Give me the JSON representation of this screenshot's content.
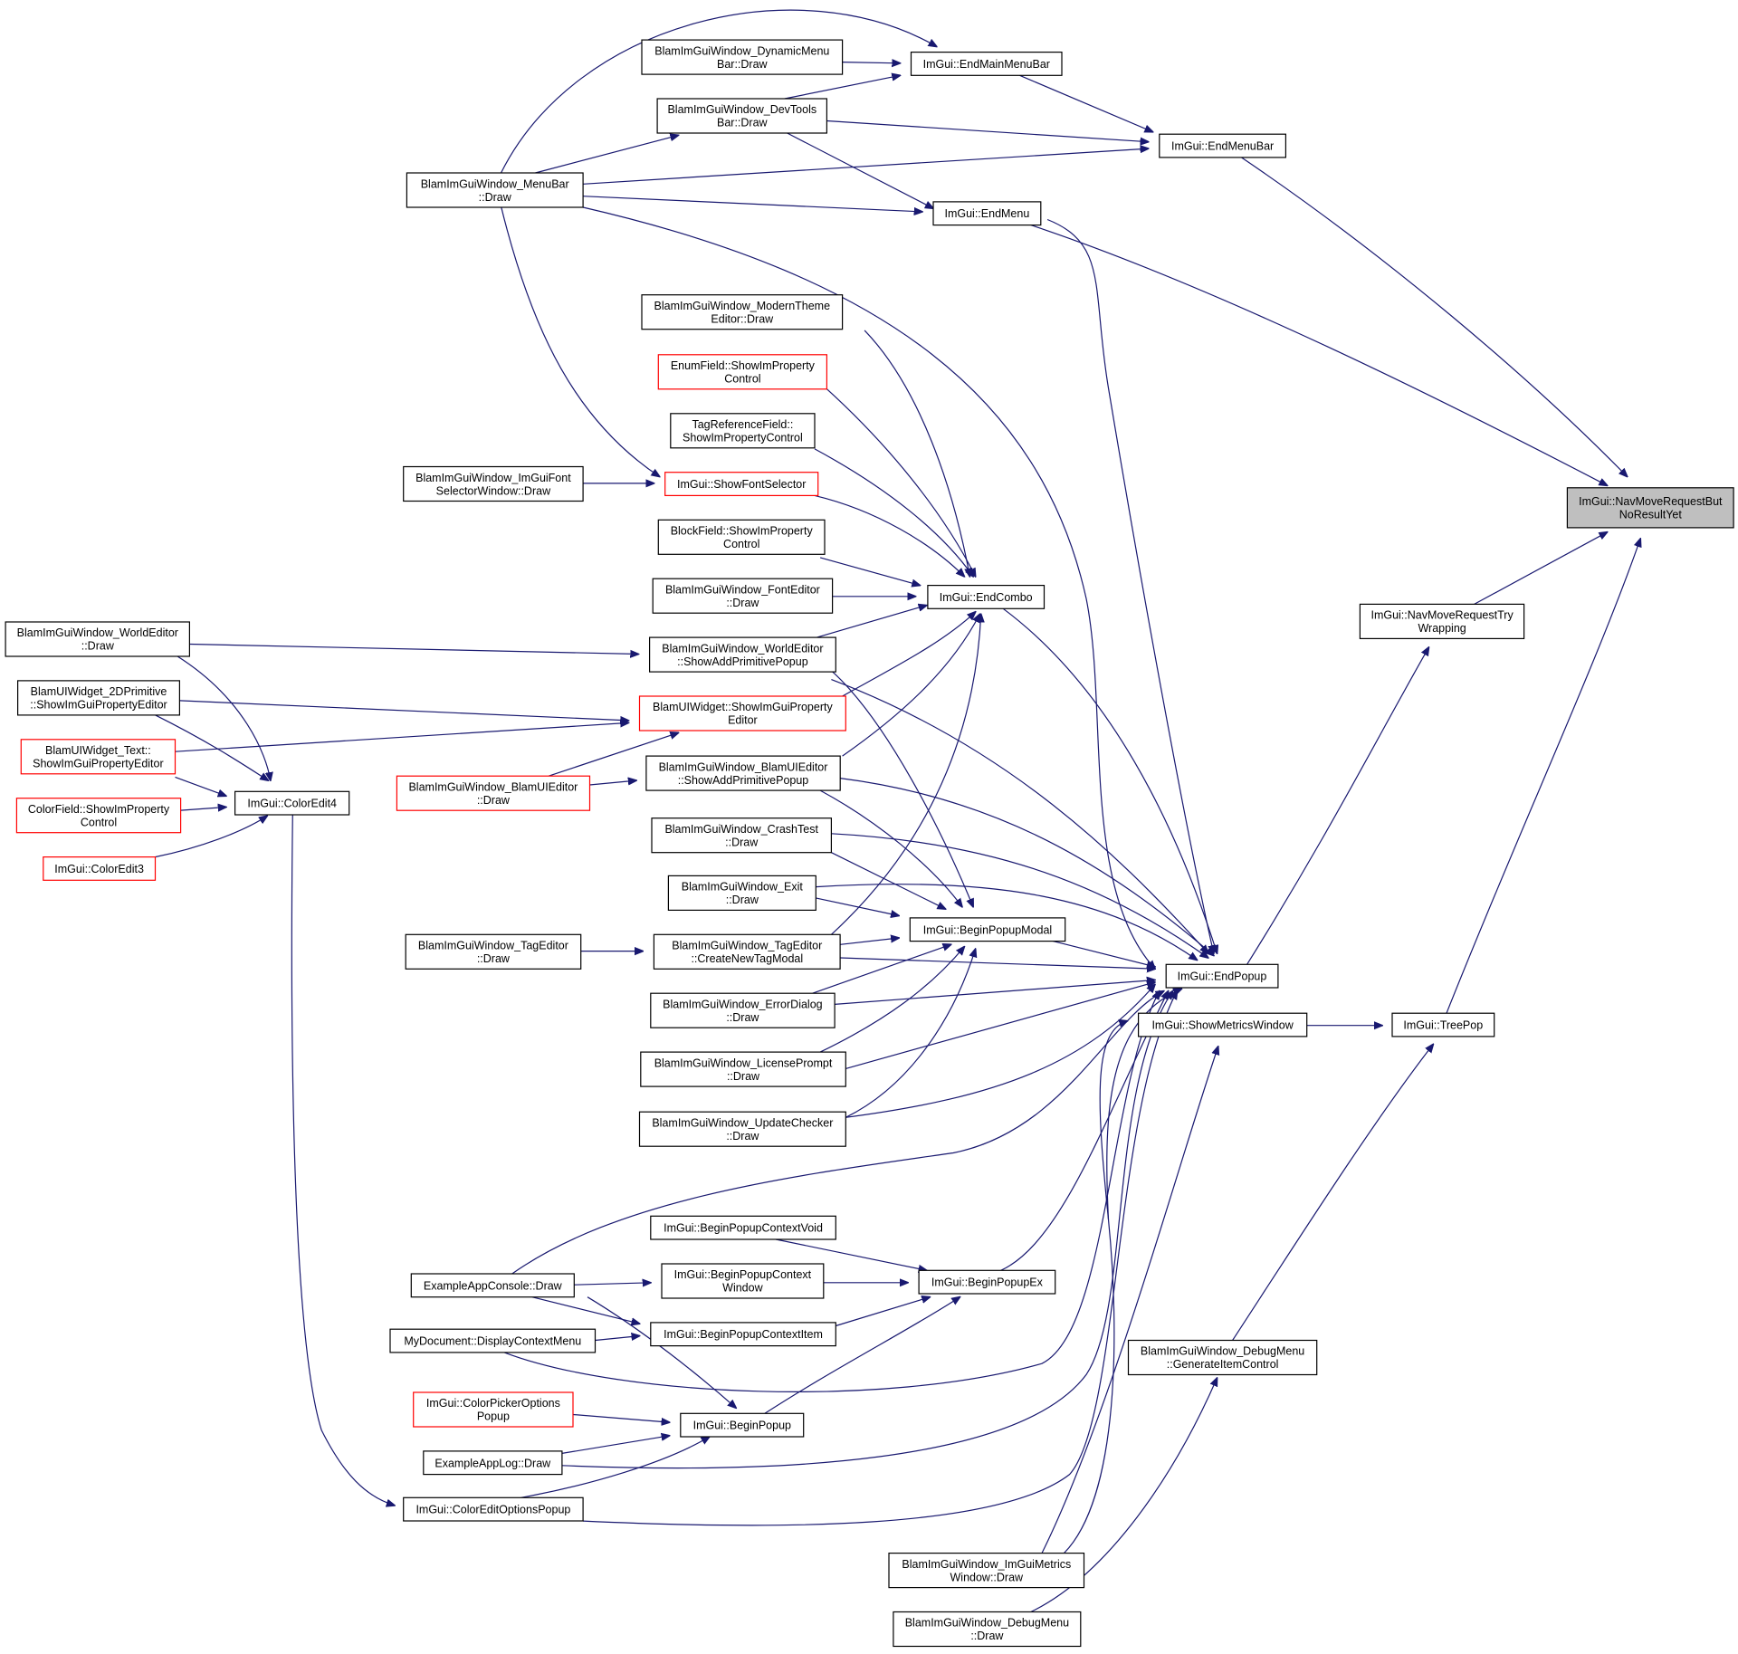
{
  "colors": {
    "edge": "#191970",
    "node_border": "#000000",
    "node_border_undocumented": "#ff0000",
    "root_fill": "#bfbfbf",
    "background": "#ffffff"
  },
  "nodes": [
    {
      "id": "navmove",
      "lines": [
        "ImGui::NavMoveRequestBut",
        "NoResultYet"
      ],
      "style": "root"
    },
    {
      "id": "dynmenu",
      "lines": [
        "BlamImGuiWindow_DynamicMenu",
        "Bar::Draw"
      ],
      "style": "normal"
    },
    {
      "id": "endmainmenubar",
      "lines": [
        "ImGui::EndMainMenuBar"
      ],
      "style": "normal"
    },
    {
      "id": "devtools",
      "lines": [
        "BlamImGuiWindow_DevTools",
        "Bar::Draw"
      ],
      "style": "normal"
    },
    {
      "id": "endmenubar",
      "lines": [
        "ImGui::EndMenuBar"
      ],
      "style": "normal"
    },
    {
      "id": "menubar",
      "lines": [
        "BlamImGuiWindow_MenuBar",
        "::Draw"
      ],
      "style": "normal"
    },
    {
      "id": "endmenu",
      "lines": [
        "ImGui::EndMenu"
      ],
      "style": "normal"
    },
    {
      "id": "moderntheme",
      "lines": [
        "BlamImGuiWindow_ModernTheme",
        "Editor::Draw"
      ],
      "style": "normal"
    },
    {
      "id": "enumfield",
      "lines": [
        "EnumField::ShowImProperty",
        "Control"
      ],
      "style": "red"
    },
    {
      "id": "tagref",
      "lines": [
        "TagReferenceField::",
        "ShowImPropertyControl"
      ],
      "style": "normal"
    },
    {
      "id": "fontselwin",
      "lines": [
        "BlamImGuiWindow_ImGuiFont",
        "SelectorWindow::Draw"
      ],
      "style": "normal"
    },
    {
      "id": "showfontsel",
      "lines": [
        "ImGui::ShowFontSelector"
      ],
      "style": "red"
    },
    {
      "id": "blockfield",
      "lines": [
        "BlockField::ShowImProperty",
        "Control"
      ],
      "style": "normal"
    },
    {
      "id": "fonteditor",
      "lines": [
        "BlamImGuiWindow_FontEditor",
        "::Draw"
      ],
      "style": "normal"
    },
    {
      "id": "endcombo",
      "lines": [
        "ImGui::EndCombo"
      ],
      "style": "normal"
    },
    {
      "id": "navtrywrap",
      "lines": [
        "ImGui::NavMoveRequestTry",
        "Wrapping"
      ],
      "style": "normal"
    },
    {
      "id": "worldeditor",
      "lines": [
        "BlamImGuiWindow_WorldEditor",
        "::Draw"
      ],
      "style": "normal"
    },
    {
      "id": "weaddprim",
      "lines": [
        "BlamImGuiWindow_WorldEditor",
        "::ShowAddPrimitivePopup"
      ],
      "style": "normal"
    },
    {
      "id": "w2dprim",
      "lines": [
        "BlamUIWidget_2DPrimitive",
        "::ShowImGuiPropertyEditor"
      ],
      "style": "normal"
    },
    {
      "id": "widgetprop",
      "lines": [
        "BlamUIWidget::ShowImGuiProperty",
        "Editor"
      ],
      "style": "red"
    },
    {
      "id": "wtext",
      "lines": [
        "BlamUIWidget_Text::",
        "ShowImGuiPropertyEditor"
      ],
      "style": "red"
    },
    {
      "id": "blamuieditor",
      "lines": [
        "BlamImGuiWindow_BlamUIEditor",
        "::Draw"
      ],
      "style": "red"
    },
    {
      "id": "bueaddprim",
      "lines": [
        "BlamImGuiWindow_BlamUIEditor",
        "::ShowAddPrimitivePopup"
      ],
      "style": "normal"
    },
    {
      "id": "colorfield",
      "lines": [
        "ColorField::ShowImProperty",
        "Control"
      ],
      "style": "red"
    },
    {
      "id": "coloredit4",
      "lines": [
        "ImGui::ColorEdit4"
      ],
      "style": "normal"
    },
    {
      "id": "coloredit3",
      "lines": [
        "ImGui::ColorEdit3"
      ],
      "style": "red"
    },
    {
      "id": "crashtest",
      "lines": [
        "BlamImGuiWindow_CrashTest",
        "::Draw"
      ],
      "style": "normal"
    },
    {
      "id": "exitdraw",
      "lines": [
        "BlamImGuiWindow_Exit",
        "::Draw"
      ],
      "style": "normal"
    },
    {
      "id": "beginpopupmodal",
      "lines": [
        "ImGui::BeginPopupModal"
      ],
      "style": "normal"
    },
    {
      "id": "tageditor",
      "lines": [
        "BlamImGuiWindow_TagEditor",
        "::Draw"
      ],
      "style": "normal"
    },
    {
      "id": "createnewtag",
      "lines": [
        "BlamImGuiWindow_TagEditor",
        "::CreateNewTagModal"
      ],
      "style": "normal"
    },
    {
      "id": "endpopup",
      "lines": [
        "ImGui::EndPopup"
      ],
      "style": "normal"
    },
    {
      "id": "errordialog",
      "lines": [
        "BlamImGuiWindow_ErrorDialog",
        "::Draw"
      ],
      "style": "normal"
    },
    {
      "id": "showmetrics",
      "lines": [
        "ImGui::ShowMetricsWindow"
      ],
      "style": "normal"
    },
    {
      "id": "treepop",
      "lines": [
        "ImGui::TreePop"
      ],
      "style": "normal"
    },
    {
      "id": "licenseprompt",
      "lines": [
        "BlamImGuiWindow_LicensePrompt",
        "::Draw"
      ],
      "style": "normal"
    },
    {
      "id": "updatechecker",
      "lines": [
        "BlamImGuiWindow_UpdateChecker",
        "::Draw"
      ],
      "style": "normal"
    },
    {
      "id": "bpcvoid",
      "lines": [
        "ImGui::BeginPopupContextVoid"
      ],
      "style": "normal"
    },
    {
      "id": "appconsole",
      "lines": [
        "ExampleAppConsole::Draw"
      ],
      "style": "normal"
    },
    {
      "id": "bpcwindow",
      "lines": [
        "ImGui::BeginPopupContext",
        "Window"
      ],
      "style": "normal"
    },
    {
      "id": "beginpopupex",
      "lines": [
        "ImGui::BeginPopupEx"
      ],
      "style": "normal"
    },
    {
      "id": "mydoc",
      "lines": [
        "MyDocument::DisplayContextMenu"
      ],
      "style": "normal"
    },
    {
      "id": "bpcitem",
      "lines": [
        "ImGui::BeginPopupContextItem"
      ],
      "style": "normal"
    },
    {
      "id": "debugmenugen",
      "lines": [
        "BlamImGuiWindow_DebugMenu",
        "::GenerateItemControl"
      ],
      "style": "normal"
    },
    {
      "id": "colorpickeropt",
      "lines": [
        "ImGui::ColorPickerOptions",
        "Popup"
      ],
      "style": "red"
    },
    {
      "id": "beginpopup",
      "lines": [
        "ImGui::BeginPopup"
      ],
      "style": "normal"
    },
    {
      "id": "applog",
      "lines": [
        "ExampleAppLog::Draw"
      ],
      "style": "normal"
    },
    {
      "id": "coloreditopt",
      "lines": [
        "ImGui::ColorEditOptionsPopup"
      ],
      "style": "normal"
    },
    {
      "id": "metricswin",
      "lines": [
        "BlamImGuiWindow_ImGuiMetrics",
        "Window::Draw"
      ],
      "style": "normal"
    },
    {
      "id": "debugmenudraw",
      "lines": [
        "BlamImGuiWindow_DebugMenu",
        "::Draw"
      ],
      "style": "normal"
    }
  ]
}
